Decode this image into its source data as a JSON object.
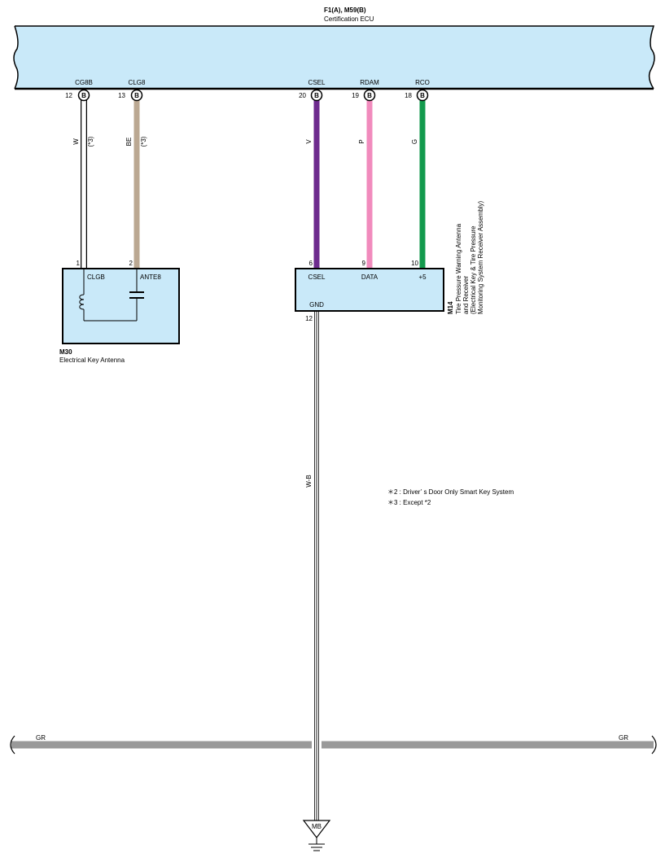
{
  "ecu": {
    "connector": "F1(A), M59(B)",
    "name": "Certification ECU"
  },
  "ecu_pins": [
    {
      "label": "CG8B",
      "pin": "12",
      "conn": "B"
    },
    {
      "label": "CLG8",
      "pin": "13",
      "conn": "B"
    },
    {
      "label": "CSEL",
      "pin": "20",
      "conn": "B"
    },
    {
      "label": "RDAM",
      "pin": "19",
      "conn": "B"
    },
    {
      "label": "RCO",
      "pin": "18",
      "conn": "B"
    }
  ],
  "wires": [
    {
      "color_code": "W",
      "note": "(*3)",
      "hex": "#ffffff"
    },
    {
      "color_code": "BE",
      "note": "(*3)",
      "hex": "#bba892"
    },
    {
      "color_code": "V",
      "note": "",
      "hex": "#6e2b8e"
    },
    {
      "color_code": "P",
      "note": "",
      "hex": "#f18bbd"
    },
    {
      "color_code": "G",
      "note": "",
      "hex": "#139a4d"
    }
  ],
  "antenna": {
    "code": "M30",
    "name": "Electrical Key Antenna",
    "pins": [
      {
        "num": "1",
        "label": "CLGB"
      },
      {
        "num": "2",
        "label": "ANTE8"
      }
    ],
    "icons": [
      "coil-icon",
      "capacitor-icon"
    ]
  },
  "receiver": {
    "code": "M14",
    "name_lines": [
      "Tire Pressure Warning Antenna",
      "and Receiver",
      "(Electrical Key & Tire Pressure",
      "Monitoring System Receiver Assembly)"
    ],
    "pins": [
      {
        "num": "6",
        "label": "CSEL"
      },
      {
        "num": "9",
        "label": "DATA"
      },
      {
        "num": "10",
        "label": "+5"
      }
    ],
    "gnd": {
      "label": "GND",
      "num": "12"
    }
  },
  "ground_wire": {
    "color_code": "W-B"
  },
  "ground_point": {
    "label": "MB",
    "icon": "ground-icon"
  },
  "bus": {
    "left_label": "GR",
    "right_label": "GR",
    "color": "#999999"
  },
  "notes": [
    "＊2 : Driver’ s Door Only Smart Key System",
    "＊3 : Except *2"
  ],
  "colors": {
    "box_fill": "#c9e9f9",
    "outline": "#000000"
  }
}
